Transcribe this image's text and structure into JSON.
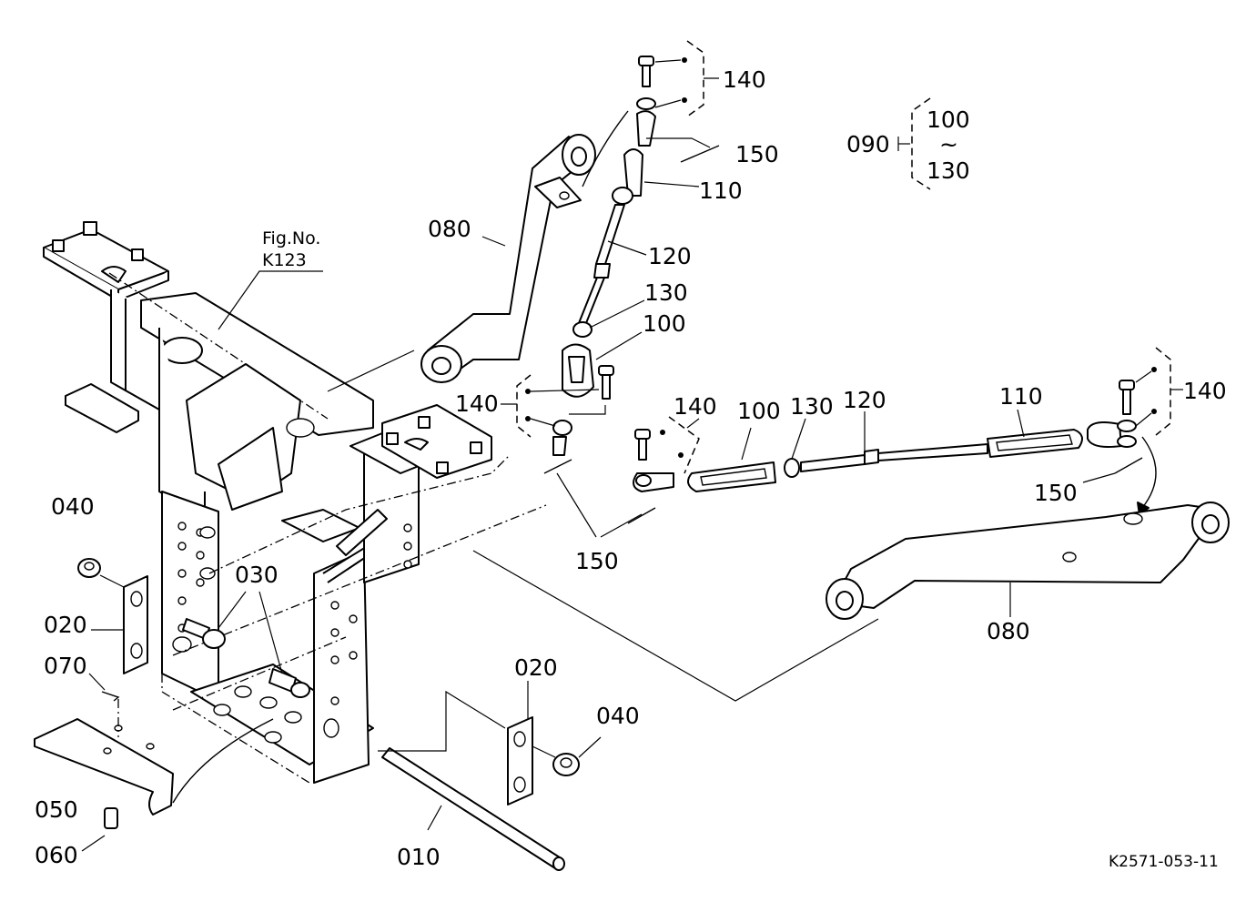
{
  "figure_ref": {
    "line1": "Fig.No.",
    "line2": "K123"
  },
  "drawing_code": "K2571-053-11",
  "group": {
    "label": "090",
    "range_top": "100",
    "range_sep": "~",
    "range_bottom": "130"
  },
  "labels": {
    "p010": "010",
    "p020a": "020",
    "p020b": "020",
    "p030": "030",
    "p040a": "040",
    "p040b": "040",
    "p050": "050",
    "p060": "060",
    "p070": "070",
    "p080a": "080",
    "p080b": "080",
    "p100a": "100",
    "p100b": "100",
    "p110a": "110",
    "p110b": "110",
    "p120a": "120",
    "p120b": "120",
    "p130a": "130",
    "p130b": "130",
    "p140a": "140",
    "p140b": "140",
    "p140c": "140",
    "p140d": "140",
    "p150a": "150",
    "p150b": "150",
    "p150c": "150"
  }
}
